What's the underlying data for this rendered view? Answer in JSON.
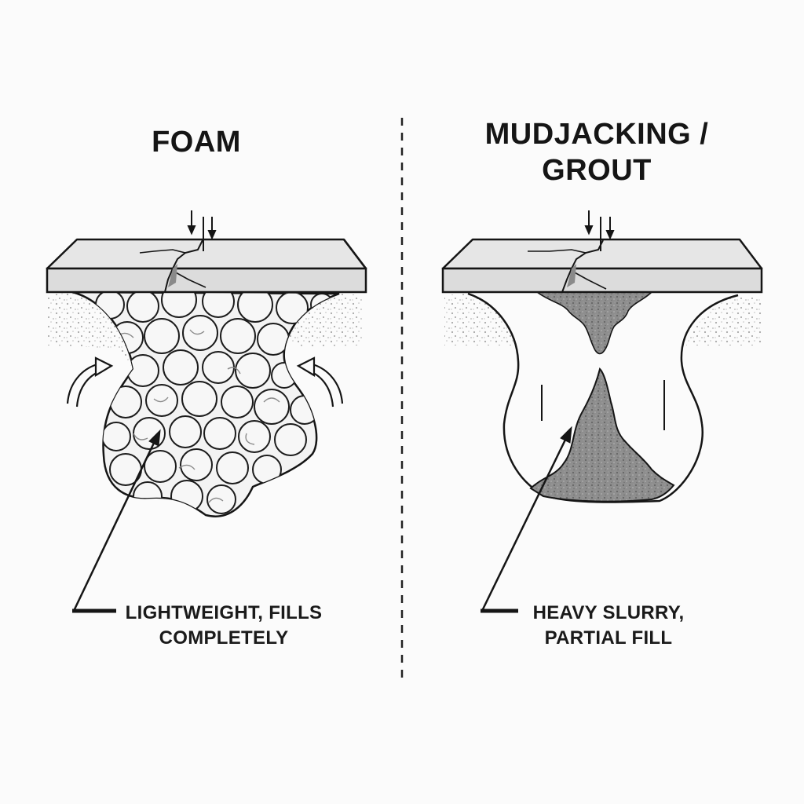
{
  "panels": [
    {
      "title": "FOAM",
      "caption_lines": [
        "LIGHTWEIGHT, FILLS",
        "COMPLETELY"
      ]
    },
    {
      "title_lines": [
        "MUDJACKING /",
        "GROUT"
      ],
      "caption_lines": [
        "HEAVY SLURRY,",
        "PARTIAL FILL"
      ]
    }
  ],
  "colors": {
    "ink": "#151515",
    "slab": "#dcdcdc",
    "slurry": "#8c8c8c",
    "soil_dots": "#9a9a9a"
  }
}
